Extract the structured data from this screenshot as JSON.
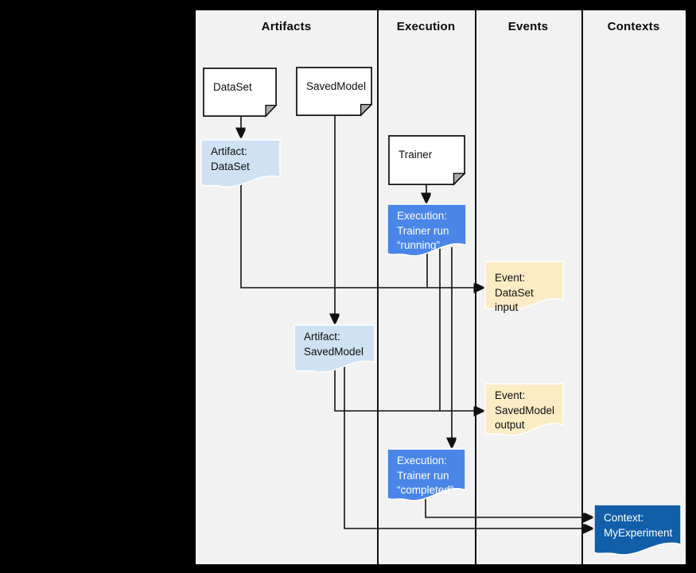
{
  "diagram": {
    "columns": [
      {
        "label": "Artifacts"
      },
      {
        "label": "Execution"
      },
      {
        "label": "Events"
      },
      {
        "label": "Contexts"
      }
    ],
    "nodes": {
      "dataset": {
        "lines": [
          "DataSet"
        ]
      },
      "savedmodel": {
        "lines": [
          "SavedModel"
        ]
      },
      "trainer": {
        "lines": [
          "Trainer"
        ]
      },
      "artifact_dataset": {
        "lines": [
          "Artifact:",
          "DataSet"
        ]
      },
      "execution_running": {
        "lines": [
          "Execution:",
          "Trainer run",
          "“running”"
        ]
      },
      "event_dataset_input": {
        "lines": [
          "Event:",
          "DataSet input"
        ]
      },
      "artifact_savedmodel": {
        "lines": [
          "Artifact:",
          "SavedModel"
        ]
      },
      "event_savedmodel_output": {
        "lines": [
          "Event:",
          "SavedModel",
          "output"
        ]
      },
      "execution_completed": {
        "lines": [
          "Execution:",
          "Trainer run",
          "“completed”"
        ]
      },
      "context_myexperiment": {
        "lines": [
          "Context:",
          "MyExperiment"
        ]
      }
    },
    "colors": {
      "canvas": "#f2f2f2",
      "artifact_fill": "#cfe2f3",
      "execution_fill": "#4a86e8",
      "event_fill": "#fcecc5",
      "context_fill": "#115fa8",
      "line": "#111111"
    }
  }
}
